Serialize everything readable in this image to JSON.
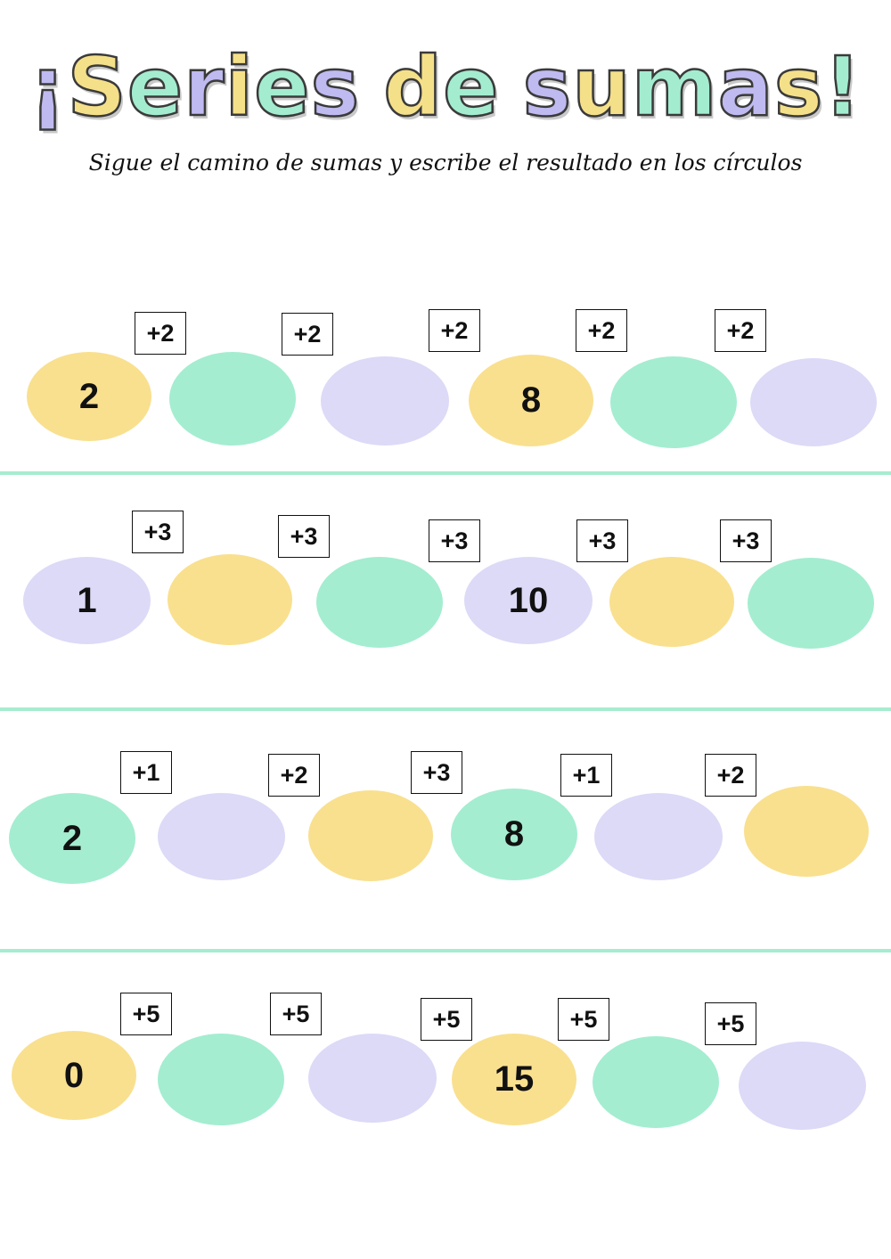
{
  "title": {
    "text": "¡Series de sumas!",
    "palette": [
      "#bfbaf0",
      "#f5e08a",
      "#a3ecd0"
    ]
  },
  "subtitle": "Sigue el camino de sumas y escribe el resultado en los círculos",
  "colors": {
    "yellow": "#f9e08f",
    "green": "#a4edd1",
    "lavender": "#dcdaf7",
    "divider": "#a6ecd0"
  },
  "rows": [
    {
      "circles": [
        {
          "value": "2",
          "color": "yellow"
        },
        {
          "value": "",
          "color": "green"
        },
        {
          "value": "",
          "color": "lavender"
        },
        {
          "value": "8",
          "color": "yellow"
        },
        {
          "value": "",
          "color": "green"
        },
        {
          "value": "",
          "color": "lavender"
        }
      ],
      "ops": [
        "+2",
        "+2",
        "+2",
        "+2",
        "+2"
      ]
    },
    {
      "circles": [
        {
          "value": "1",
          "color": "lavender"
        },
        {
          "value": "",
          "color": "yellow"
        },
        {
          "value": "",
          "color": "green"
        },
        {
          "value": "10",
          "color": "lavender"
        },
        {
          "value": "",
          "color": "yellow"
        },
        {
          "value": "",
          "color": "green"
        }
      ],
      "ops": [
        "+3",
        "+3",
        "+3",
        "+3",
        "+3"
      ]
    },
    {
      "circles": [
        {
          "value": "2",
          "color": "green"
        },
        {
          "value": "",
          "color": "lavender"
        },
        {
          "value": "",
          "color": "yellow"
        },
        {
          "value": "8",
          "color": "green"
        },
        {
          "value": "",
          "color": "lavender"
        },
        {
          "value": "",
          "color": "yellow"
        }
      ],
      "ops": [
        "+1",
        "+2",
        "+3",
        "+1",
        "+2"
      ]
    },
    {
      "circles": [
        {
          "value": "0",
          "color": "yellow"
        },
        {
          "value": "",
          "color": "green"
        },
        {
          "value": "",
          "color": "lavender"
        },
        {
          "value": "15",
          "color": "yellow"
        },
        {
          "value": "",
          "color": "green"
        },
        {
          "value": "",
          "color": "lavender"
        }
      ],
      "ops": [
        "+5",
        "+5",
        "+5",
        "+5",
        "+5"
      ]
    }
  ]
}
